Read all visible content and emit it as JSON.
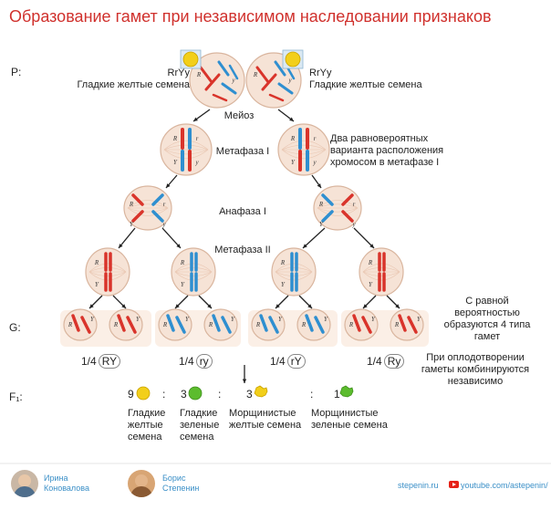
{
  "title": "Образование гамет при независимом наследовании признаков",
  "rows": {
    "p": "P:",
    "g": "G:",
    "f1": "F₁:"
  },
  "parents": {
    "left_genotype": "RrYy",
    "left_phenotype": "Гладкие желтые семена",
    "right_genotype": "RrYy",
    "right_phenotype": "Гладкие желтые семена"
  },
  "stages": {
    "meiosis": "Мейоз",
    "metaphase1": "Метафаза I",
    "anaphase1": "Анафаза I",
    "metaphase2": "Метафаза II"
  },
  "notes": {
    "two_variants": "Два равновероятных варианта расположения хромосом в метафазе I",
    "equal_probability": "С равной вероятностью образуются 4 типа гамет",
    "fertilization": "При оплодотворении гаметы комбинируются независимо"
  },
  "chromosome_labels": {
    "r_upper": "R",
    "r_lower": "r",
    "y_upper": "Y",
    "y_lower": "y"
  },
  "gametes": [
    {
      "fraction": "1/4",
      "genotype": "RY"
    },
    {
      "fraction": "1/4",
      "genotype": "ry"
    },
    {
      "fraction": "1/4",
      "genotype": "rY"
    },
    {
      "fraction": "1/4",
      "genotype": "Ry"
    }
  ],
  "offspring": [
    {
      "count": "9",
      "separator": ":",
      "phenotype": "Гладкие желтые семена",
      "pea": "smooth-yellow"
    },
    {
      "count": "3",
      "separator": ":",
      "phenotype": "Гладкие зеленые семена",
      "pea": "smooth-green"
    },
    {
      "count": "3",
      "separator": ":",
      "phenotype": "Морщинистые желтые семена",
      "pea": "wrinkled-yellow"
    },
    {
      "count": "1",
      "separator": "",
      "phenotype": "Морщинистые зеленые семена",
      "pea": "wrinkled-green"
    }
  ],
  "footer": {
    "author1": "Ирина Коновалова",
    "author2": "Борис Степенин",
    "site": "stepenin.ru",
    "youtube": "youtube.com/astepenin/"
  },
  "colors": {
    "title": "#d0312d",
    "cell_fill": "#f6e3d6",
    "cell_stroke": "#d9b59e",
    "chrom_red": "#d9342b",
    "chrom_blue": "#2f8fd0",
    "yellow_pea": "#f2cf1a",
    "green_pea": "#5cbc2e",
    "link": "#3a8fc7"
  }
}
